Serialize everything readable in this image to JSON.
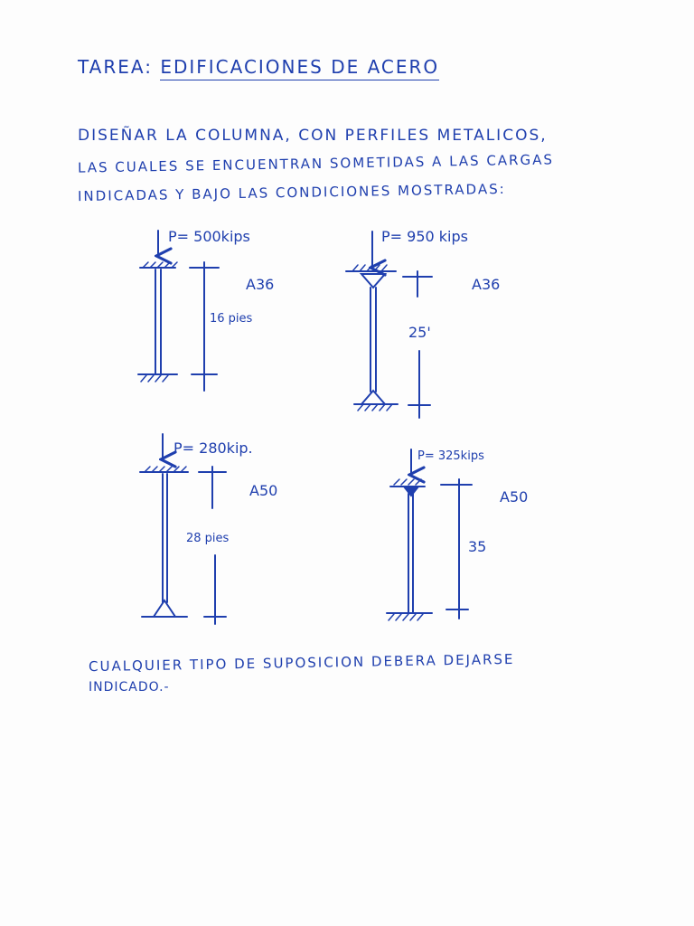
{
  "header": {
    "prefix": "TAREA:",
    "title": "EDIFICACIONES DE ACERO"
  },
  "instructions": [
    "DISEÑAR LA COLUMNA, CON PERFILES METALICOS,",
    "LAS CUALES SE ENCUENTRAN SOMETIDAS A LAS CARGAS",
    "INDICADAS Y BAJO LAS CONDICIONES MOSTRADAS:"
  ],
  "columns": [
    {
      "load": "P= 500kips",
      "steel": "A36",
      "length": "16 pies"
    },
    {
      "load": "P= 950 kips",
      "steel": "A36",
      "length": "25'"
    },
    {
      "load": "P= 280kip.",
      "steel": "A50",
      "length": "28 pies"
    },
    {
      "load": "P= 325kips",
      "steel": "A50",
      "length": "35"
    }
  ],
  "footer": {
    "line1": "CUALQUIER TIPO DE SUPOSICION DEBERA DEJARSE",
    "line2": "INDICADO.-"
  },
  "ink_color": "#1f3fae"
}
